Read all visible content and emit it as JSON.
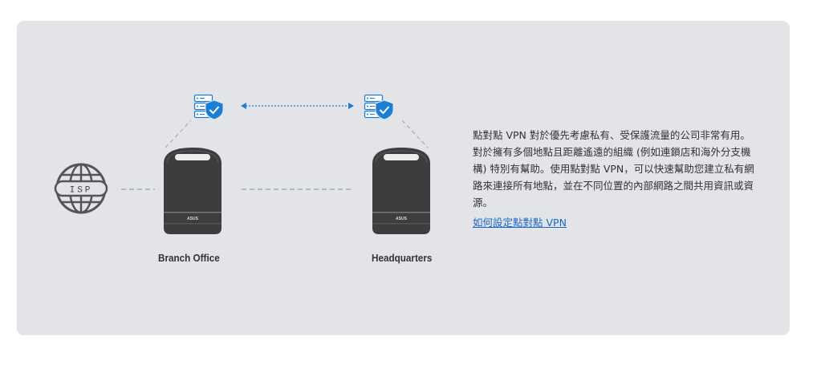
{
  "diagram": {
    "isp_label": "ISP",
    "branch_label": "Branch Office",
    "hq_label": "Headquarters",
    "router_logo": "ASUS",
    "icons": [
      "globe-isp-icon",
      "server-shield-icon",
      "server-shield-icon",
      "router-device",
      "router-device"
    ],
    "colors": {
      "accent": "#1a7fd4",
      "router_body": "#3d3d40",
      "dash_line": "#9aa0a6",
      "link": "#1a66c6"
    }
  },
  "description": "點對點 VPN 對於優先考慮私有、受保護流量的公司非常有用。對於擁有多個地點且距離遙遠的組織 (例如連鎖店和海外分支機構) 特別有幫助。使用點對點 VPN，可以快速幫助您建立私有網路來連接所有地點，並在不同位置的內部網路之間共用資訊或資源。",
  "link_text": "如何設定點對點 VPN"
}
